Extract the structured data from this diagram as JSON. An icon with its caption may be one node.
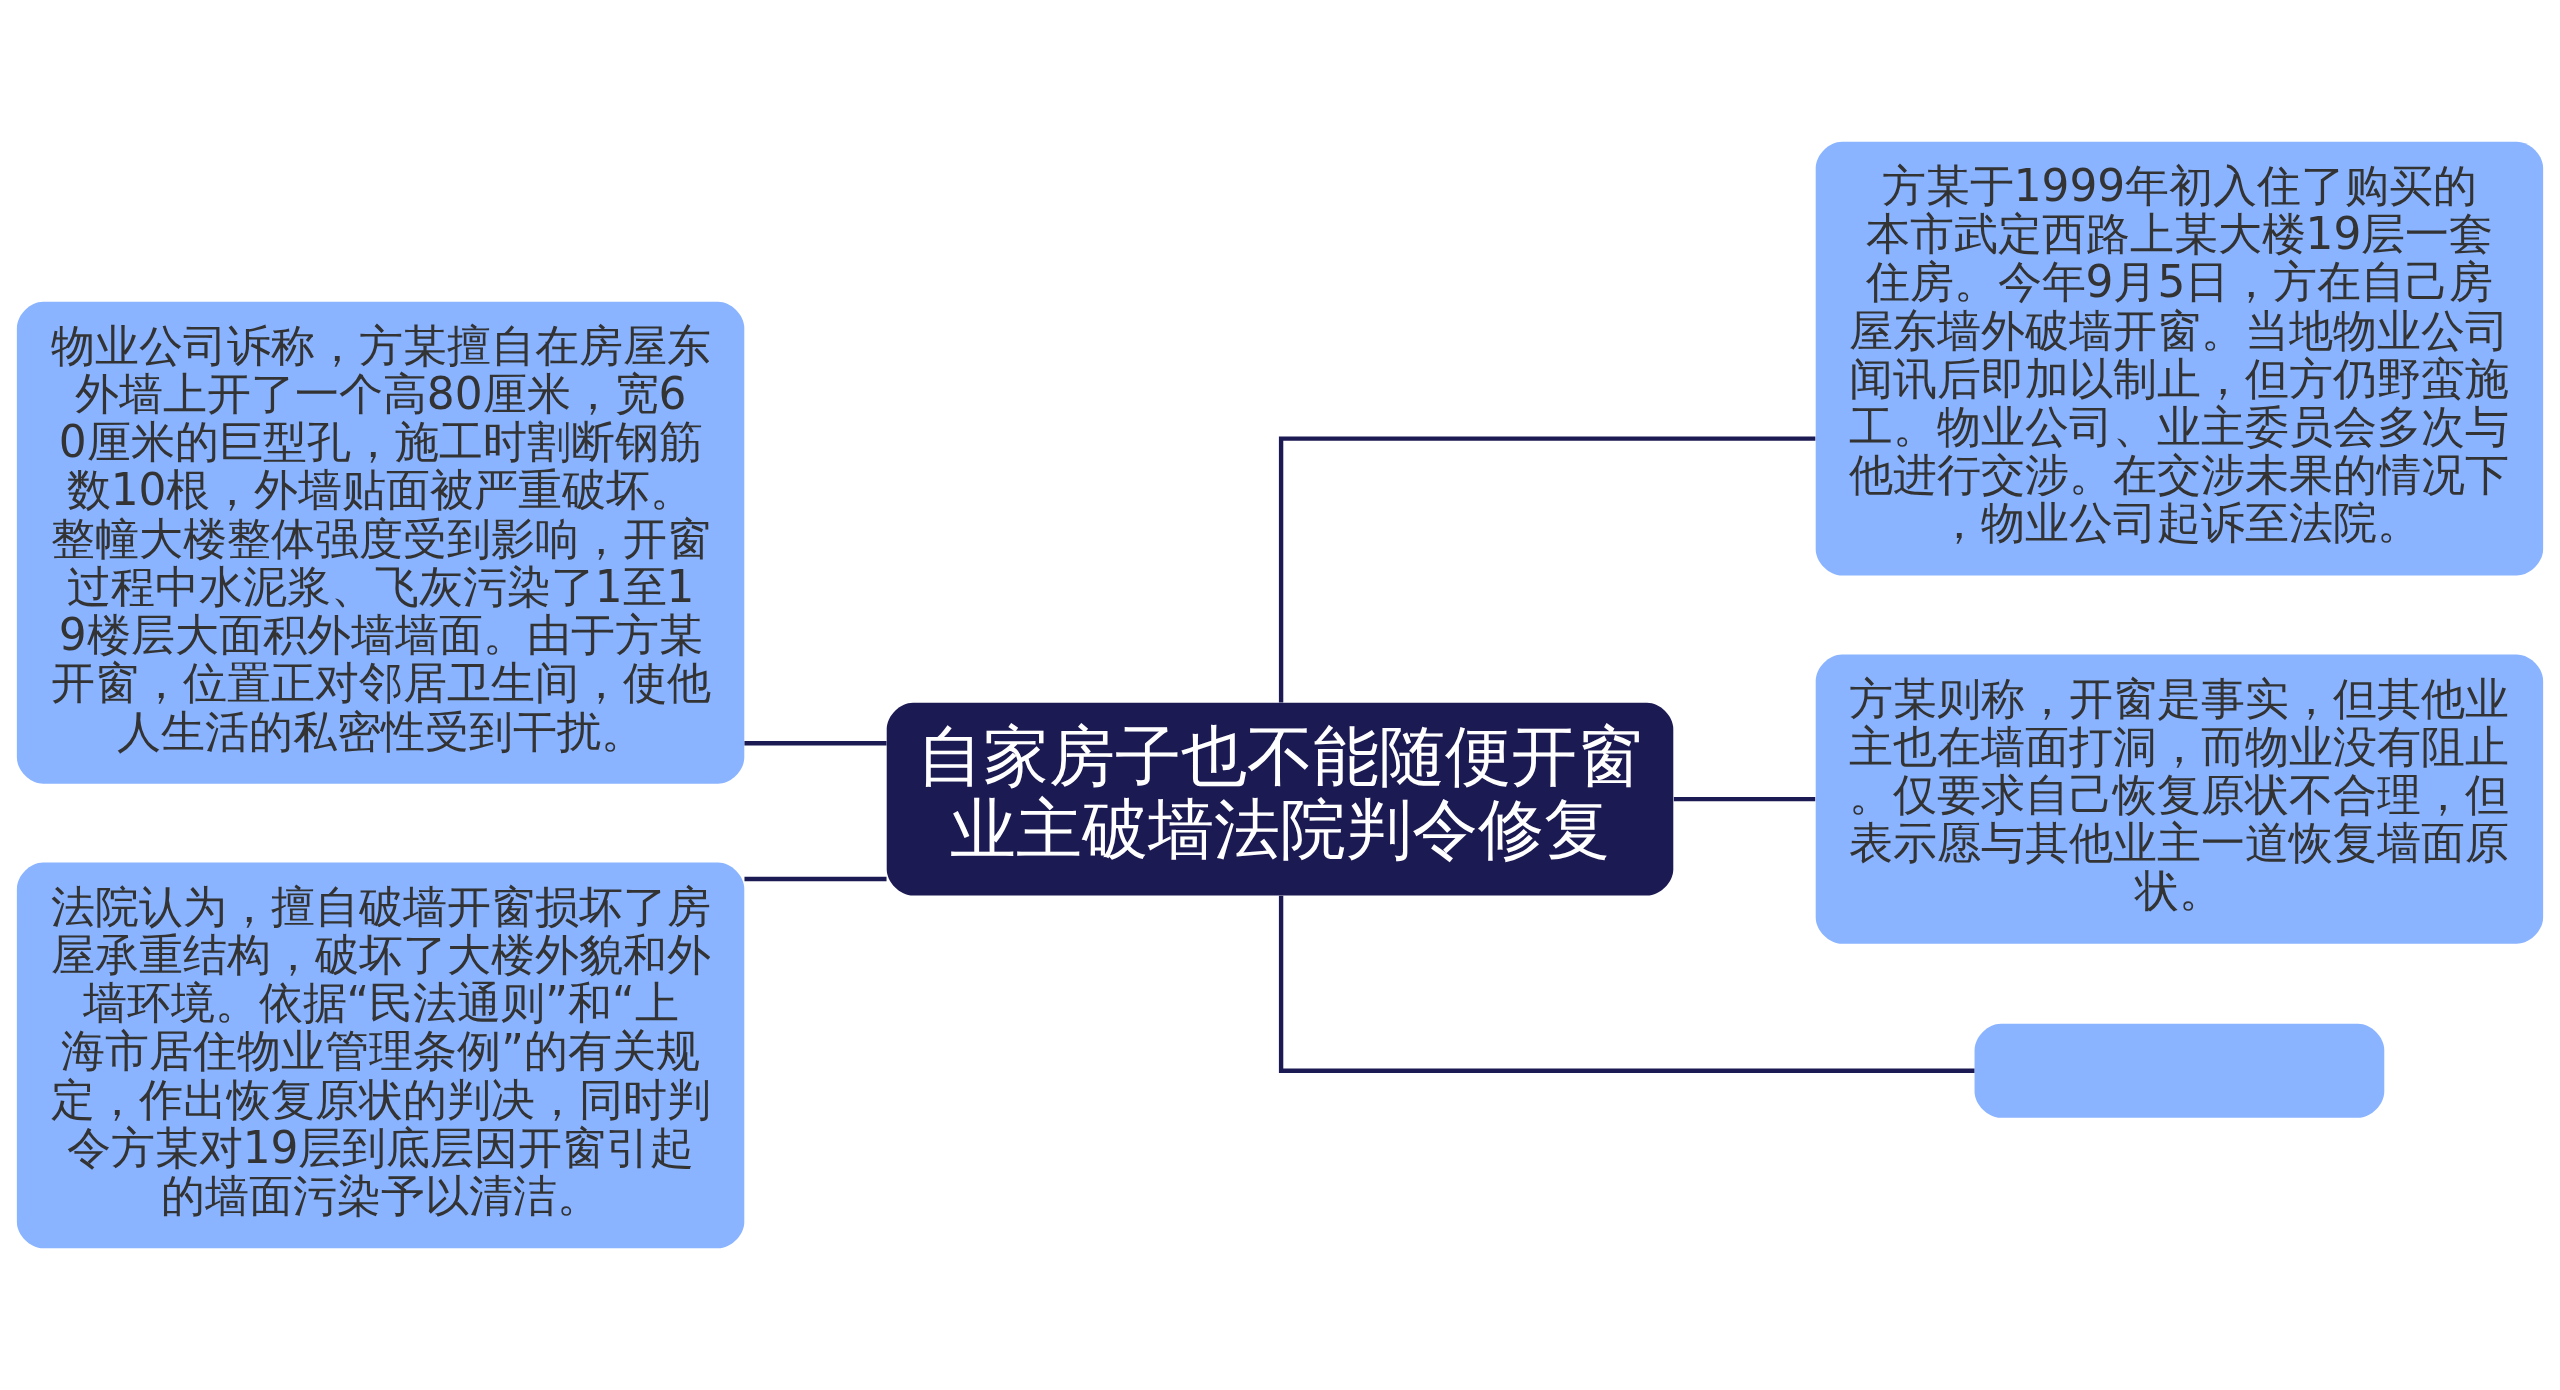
{
  "diagram": {
    "nodes": [
      {
        "text": [
          "自家房子也不能随便开窗业主破墙法院判令修复"
        ]
      },
      {
        "text": [
          "物业公司诉称，方某擅自在房屋东外墙上开了一个高80厘米，宽60厘米的巨型孔，施工时割断钢筋数10根，外墙贴面被严重破坏。整幢大楼整体强度受到影响，开窗过程中水泥浆、飞灰污染了1至19楼层大面积外墙墙面。由于方某开窗，位置正对邻居卫生间，使他人生活的私密性受到干扰。"
        ]
      },
      {
        "text": [
          "法院认为，擅自破墙开窗损坏了房屋承重结构，破坏了大楼外貌和外墙环境。依据“民法通则”和“上海市居住物业管理条例”的有关规定，作出恢复原状的判决，同时判令方某对19层到底层因开窗引起的墙面污染予以清洁。"
        ]
      },
      {
        "text": [
          "方某于1999年初入住了购买的本市武定西路上某大楼19层一套住房。今年9月5日，方在自己房屋东墙外破墙开窗。当地物业公司闻讯后即加以制止，但方仍野蛮施工。物业公司、业主委员会多次与他进行交涉。在交涉未果的情况下，物业公司起诉至法院。"
        ]
      },
      {
        "text": [
          "方某则称，开窗是事实，但其他业主也在墙面打洞，而物业没有阻止。仅要求自己恢复原状不合理，但表示愿与其他业主一道恢复墙面原状。"
        ]
      },
      {
        "text": [],
        "shape": "box"
      }
    ],
    "edges": [
      {
        "from": 0,
        "to": 1,
        "arrow": "none"
      },
      {
        "from": 0,
        "to": 2,
        "arrow": "none"
      },
      {
        "from": 0,
        "to": 3,
        "arrow": "none"
      },
      {
        "from": 0,
        "to": 4,
        "arrow": "none"
      },
      {
        "from": 0,
        "to": 5,
        "arrow": "none"
      }
    ]
  }
}
